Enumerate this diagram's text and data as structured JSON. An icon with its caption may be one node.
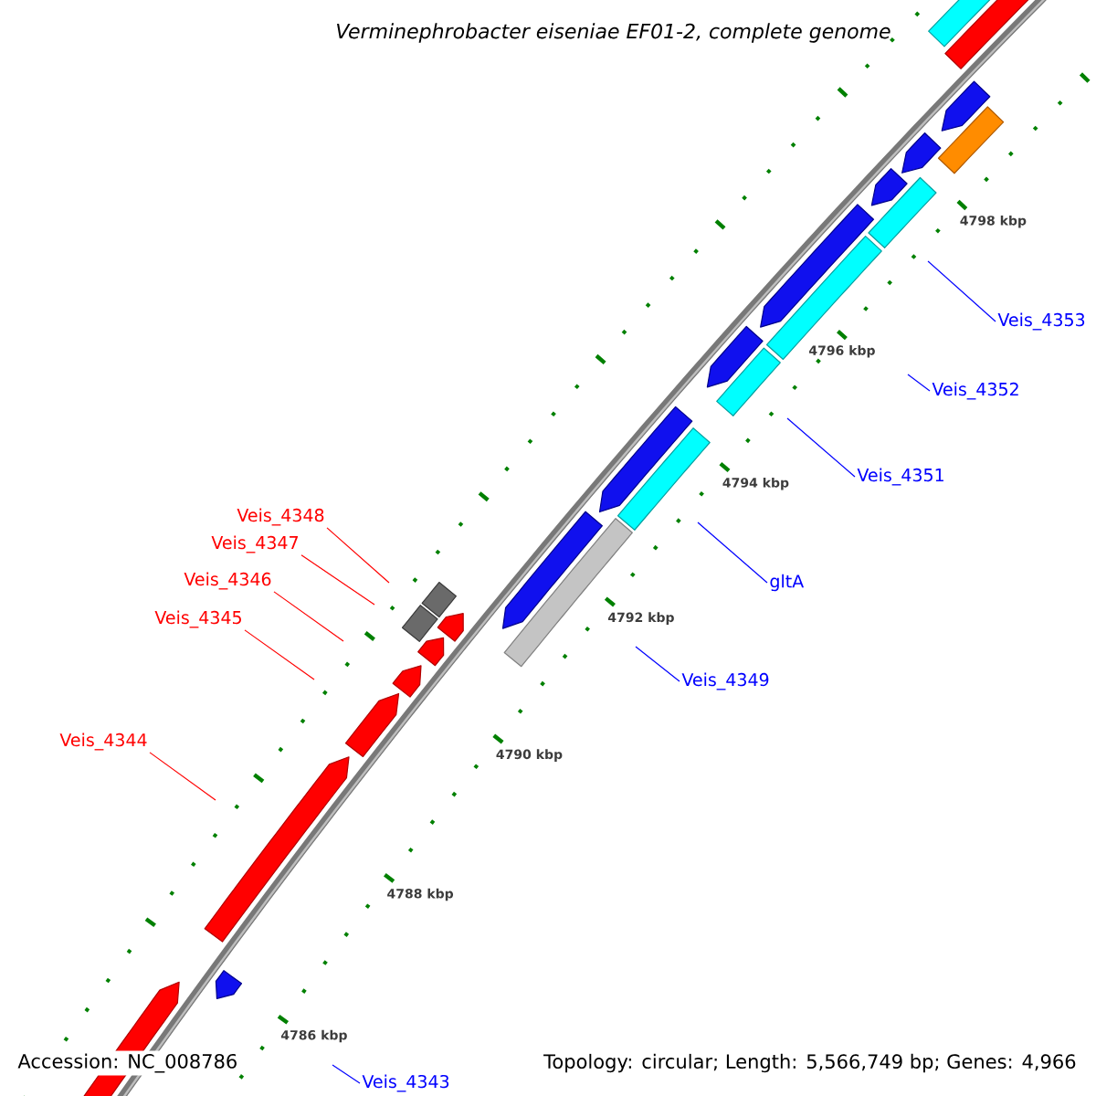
{
  "diagram": {
    "title": "Verminephrobacter eiseniae EF01-2, complete genome",
    "nodes": [
      {
        "text": [
          "Veis_4353"
        ]
      },
      {
        "text": [
          "Veis_4352"
        ]
      },
      {
        "text": [
          "Veis_4351"
        ]
      },
      {
        "text": [
          "Veis_4348"
        ]
      },
      {
        "text": [
          "Veis_4347"
        ]
      },
      {
        "text": [
          "gltA"
        ]
      },
      {
        "text": [
          "Veis_4346"
        ]
      },
      {
        "text": [
          "Veis_4345"
        ]
      },
      {
        "text": [
          "Veis_4349"
        ]
      },
      {
        "text": [
          "Veis_4344"
        ]
      },
      {
        "text": [
          "Veis_4343"
        ]
      }
    ],
    "edges": [
      {
        "from": 0,
        "to": null,
        "arrow": "none"
      },
      {
        "from": 1,
        "to": null,
        "arrow": "none"
      },
      {
        "from": 2,
        "to": null,
        "arrow": "none"
      },
      {
        "from": 3,
        "to": null,
        "arrow": "none",
        "color": "#ff0000"
      },
      {
        "from": 4,
        "to": null,
        "arrow": "none",
        "color": "#ff0000"
      },
      {
        "from": 5,
        "to": null,
        "arrow": "none"
      },
      {
        "from": 6,
        "to": null,
        "arrow": "none",
        "color": "#ff0000"
      },
      {
        "from": 7,
        "to": null,
        "arrow": "none",
        "color": "#ff0000"
      },
      {
        "from": 8,
        "to": null,
        "arrow": "none"
      },
      {
        "from": 9,
        "to": null,
        "arrow": "none",
        "color": "#ff0000"
      },
      {
        "from": 10,
        "to": null,
        "arrow": "none"
      }
    ],
    "labels": [
      "4798 kbp",
      "4796 kbp",
      "4794 kbp",
      "4792 kbp",
      "4790 kbp",
      "4788 kbp",
      "4786 kbp",
      "Accession: NC_008786",
      "Topology: circular; Length: 5,566,749 bp; Genes: 4,966"
    ]
  }
}
